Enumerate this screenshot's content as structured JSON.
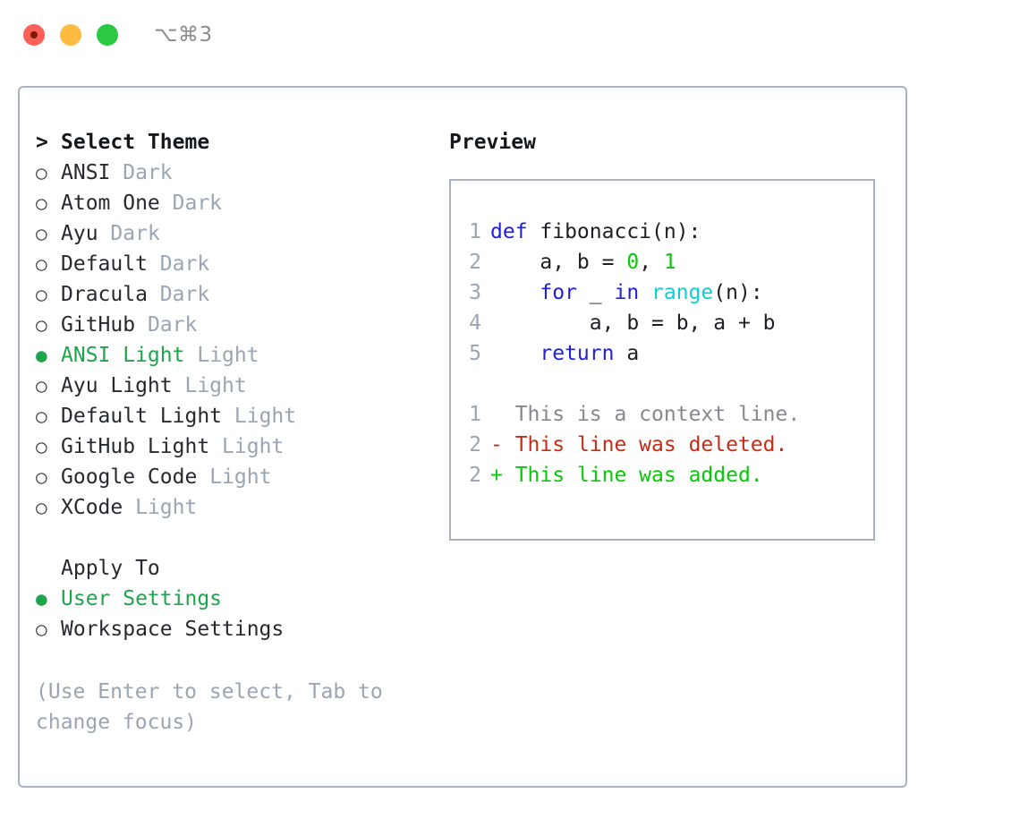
{
  "window": {
    "shortcut": "⌥⌘3",
    "lights": [
      {
        "name": "close",
        "color": "#fc6058"
      },
      {
        "name": "minimize",
        "color": "#fdbc40"
      },
      {
        "name": "maximize",
        "color": "#2bc941"
      }
    ]
  },
  "theme_panel": {
    "caret": ">",
    "heading": "Select Theme",
    "bullet_on": "●",
    "bullet_off": "○",
    "themes": [
      {
        "name": "ANSI",
        "kind": "Dark",
        "selected": false
      },
      {
        "name": "Atom One",
        "kind": "Dark",
        "selected": false
      },
      {
        "name": "Ayu",
        "kind": "Dark",
        "selected": false
      },
      {
        "name": "Default",
        "kind": "Dark",
        "selected": false
      },
      {
        "name": "Dracula",
        "kind": "Dark",
        "selected": false
      },
      {
        "name": "GitHub",
        "kind": "Dark",
        "selected": false
      },
      {
        "name": "ANSI Light",
        "kind": "Light",
        "selected": true
      },
      {
        "name": "Ayu Light",
        "kind": "Light",
        "selected": false
      },
      {
        "name": "Default Light",
        "kind": "Light",
        "selected": false
      },
      {
        "name": "GitHub Light",
        "kind": "Light",
        "selected": false
      },
      {
        "name": "Google Code",
        "kind": "Light",
        "selected": false
      },
      {
        "name": "XCode",
        "kind": "Light",
        "selected": false
      }
    ],
    "apply_to": {
      "label": "Apply To",
      "options": [
        {
          "name": "User Settings",
          "selected": true
        },
        {
          "name": "Workspace Settings",
          "selected": false
        }
      ]
    },
    "hint": "(Use Enter to select, Tab to change focus)"
  },
  "preview": {
    "title": "Preview",
    "code_lines": [
      {
        "no": "1",
        "tokens": [
          {
            "t": "def",
            "c": "kw"
          },
          {
            "t": " fibonacci(n):",
            "c": "txt"
          }
        ]
      },
      {
        "no": "2",
        "tokens": [
          {
            "t": "    a, b = ",
            "c": "txt"
          },
          {
            "t": "0",
            "c": "num"
          },
          {
            "t": ", ",
            "c": "txt"
          },
          {
            "t": "1",
            "c": "num"
          }
        ]
      },
      {
        "no": "3",
        "tokens": [
          {
            "t": "    ",
            "c": "txt"
          },
          {
            "t": "for",
            "c": "kw"
          },
          {
            "t": " _ ",
            "c": "txt"
          },
          {
            "t": "in",
            "c": "kw"
          },
          {
            "t": " ",
            "c": "txt"
          },
          {
            "t": "range",
            "c": "fn"
          },
          {
            "t": "(n):",
            "c": "txt"
          }
        ]
      },
      {
        "no": "4",
        "tokens": [
          {
            "t": "        a, b = b, a + b",
            "c": "txt"
          }
        ]
      },
      {
        "no": "5",
        "tokens": [
          {
            "t": "    ",
            "c": "txt"
          },
          {
            "t": "return",
            "c": "kw"
          },
          {
            "t": " a",
            "c": "txt"
          }
        ]
      }
    ],
    "diff_lines": [
      {
        "no": "1",
        "marker": "  ",
        "text": "This is a context line.",
        "c": "ctx"
      },
      {
        "no": "2",
        "marker": "- ",
        "text": "This line was deleted.",
        "c": "del"
      },
      {
        "no": "2",
        "marker": "+ ",
        "text": "This line was added.",
        "c": "add"
      }
    ]
  },
  "colors": {
    "border": "#a8b2c1",
    "muted": "#9aa5b4",
    "selected_green": "#1ea54c",
    "keyword_blue": "#1f1fdd",
    "function_cyan": "#0dcfcf",
    "number_green": "#0ac70a",
    "diff_red": "#c62d17",
    "diff_green": "#0ac70a",
    "text": "#26292f"
  }
}
